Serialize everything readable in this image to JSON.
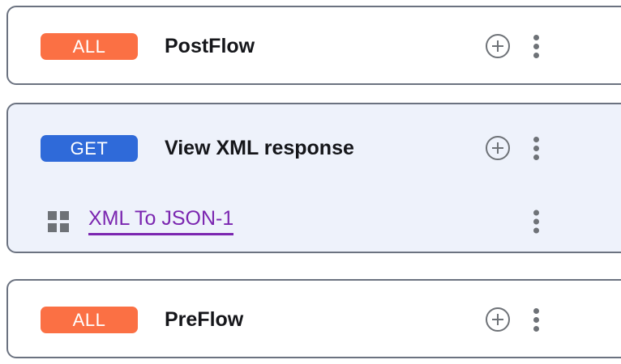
{
  "flows": [
    {
      "id": "postflow",
      "badge": {
        "label": "ALL",
        "color": "#fb7044",
        "kind": "all"
      },
      "title": "PostFlow",
      "selected": false,
      "add_icon": "circle-plus-icon",
      "menu_icon": "kebab-menu-icon",
      "policies": []
    },
    {
      "id": "view-xml-response",
      "badge": {
        "label": "GET",
        "color": "#2f6ad9",
        "kind": "get"
      },
      "title": "View XML response",
      "selected": true,
      "add_icon": "circle-plus-icon",
      "menu_icon": "kebab-menu-icon",
      "policies": [
        {
          "icon": "grid-policy-icon",
          "label": "XML To JSON-1",
          "link_color": "#7b26b0",
          "menu_icon": "kebab-menu-icon"
        }
      ]
    },
    {
      "id": "preflow",
      "badge": {
        "label": "ALL",
        "color": "#fb7044",
        "kind": "all"
      },
      "title": "PreFlow",
      "selected": false,
      "add_icon": "circle-plus-icon",
      "menu_icon": "kebab-menu-icon",
      "policies": []
    }
  ],
  "theme": {
    "page_background": "#ffffff",
    "card_border": "#6b7280",
    "card_background": "#ffffff",
    "card_selected_background": "#eef2fb",
    "icon_gray": "#6e7277",
    "title_color": "#15161a"
  }
}
